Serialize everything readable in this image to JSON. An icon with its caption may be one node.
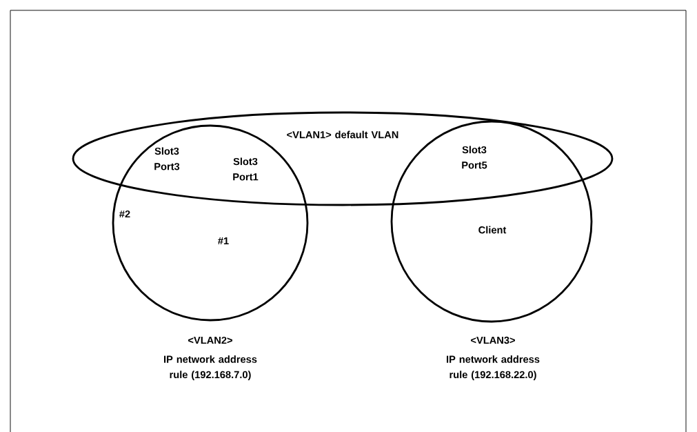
{
  "diagram": {
    "nodes": [
      {
        "text": [
          "<VLAN1> default VLAN"
        ]
      },
      {
        "text": [
          "<VLAN2>",
          "IP network address rule (192.168.7.0)"
        ]
      },
      {
        "text": [
          "<VLAN3>",
          "IP network address rule (192.168.22.0)"
        ]
      }
    ],
    "labels": [
      "Slot3 Port3",
      "Slot3 Port5",
      "Slot3 Port1",
      "#2",
      "#1",
      "Client"
    ]
  }
}
